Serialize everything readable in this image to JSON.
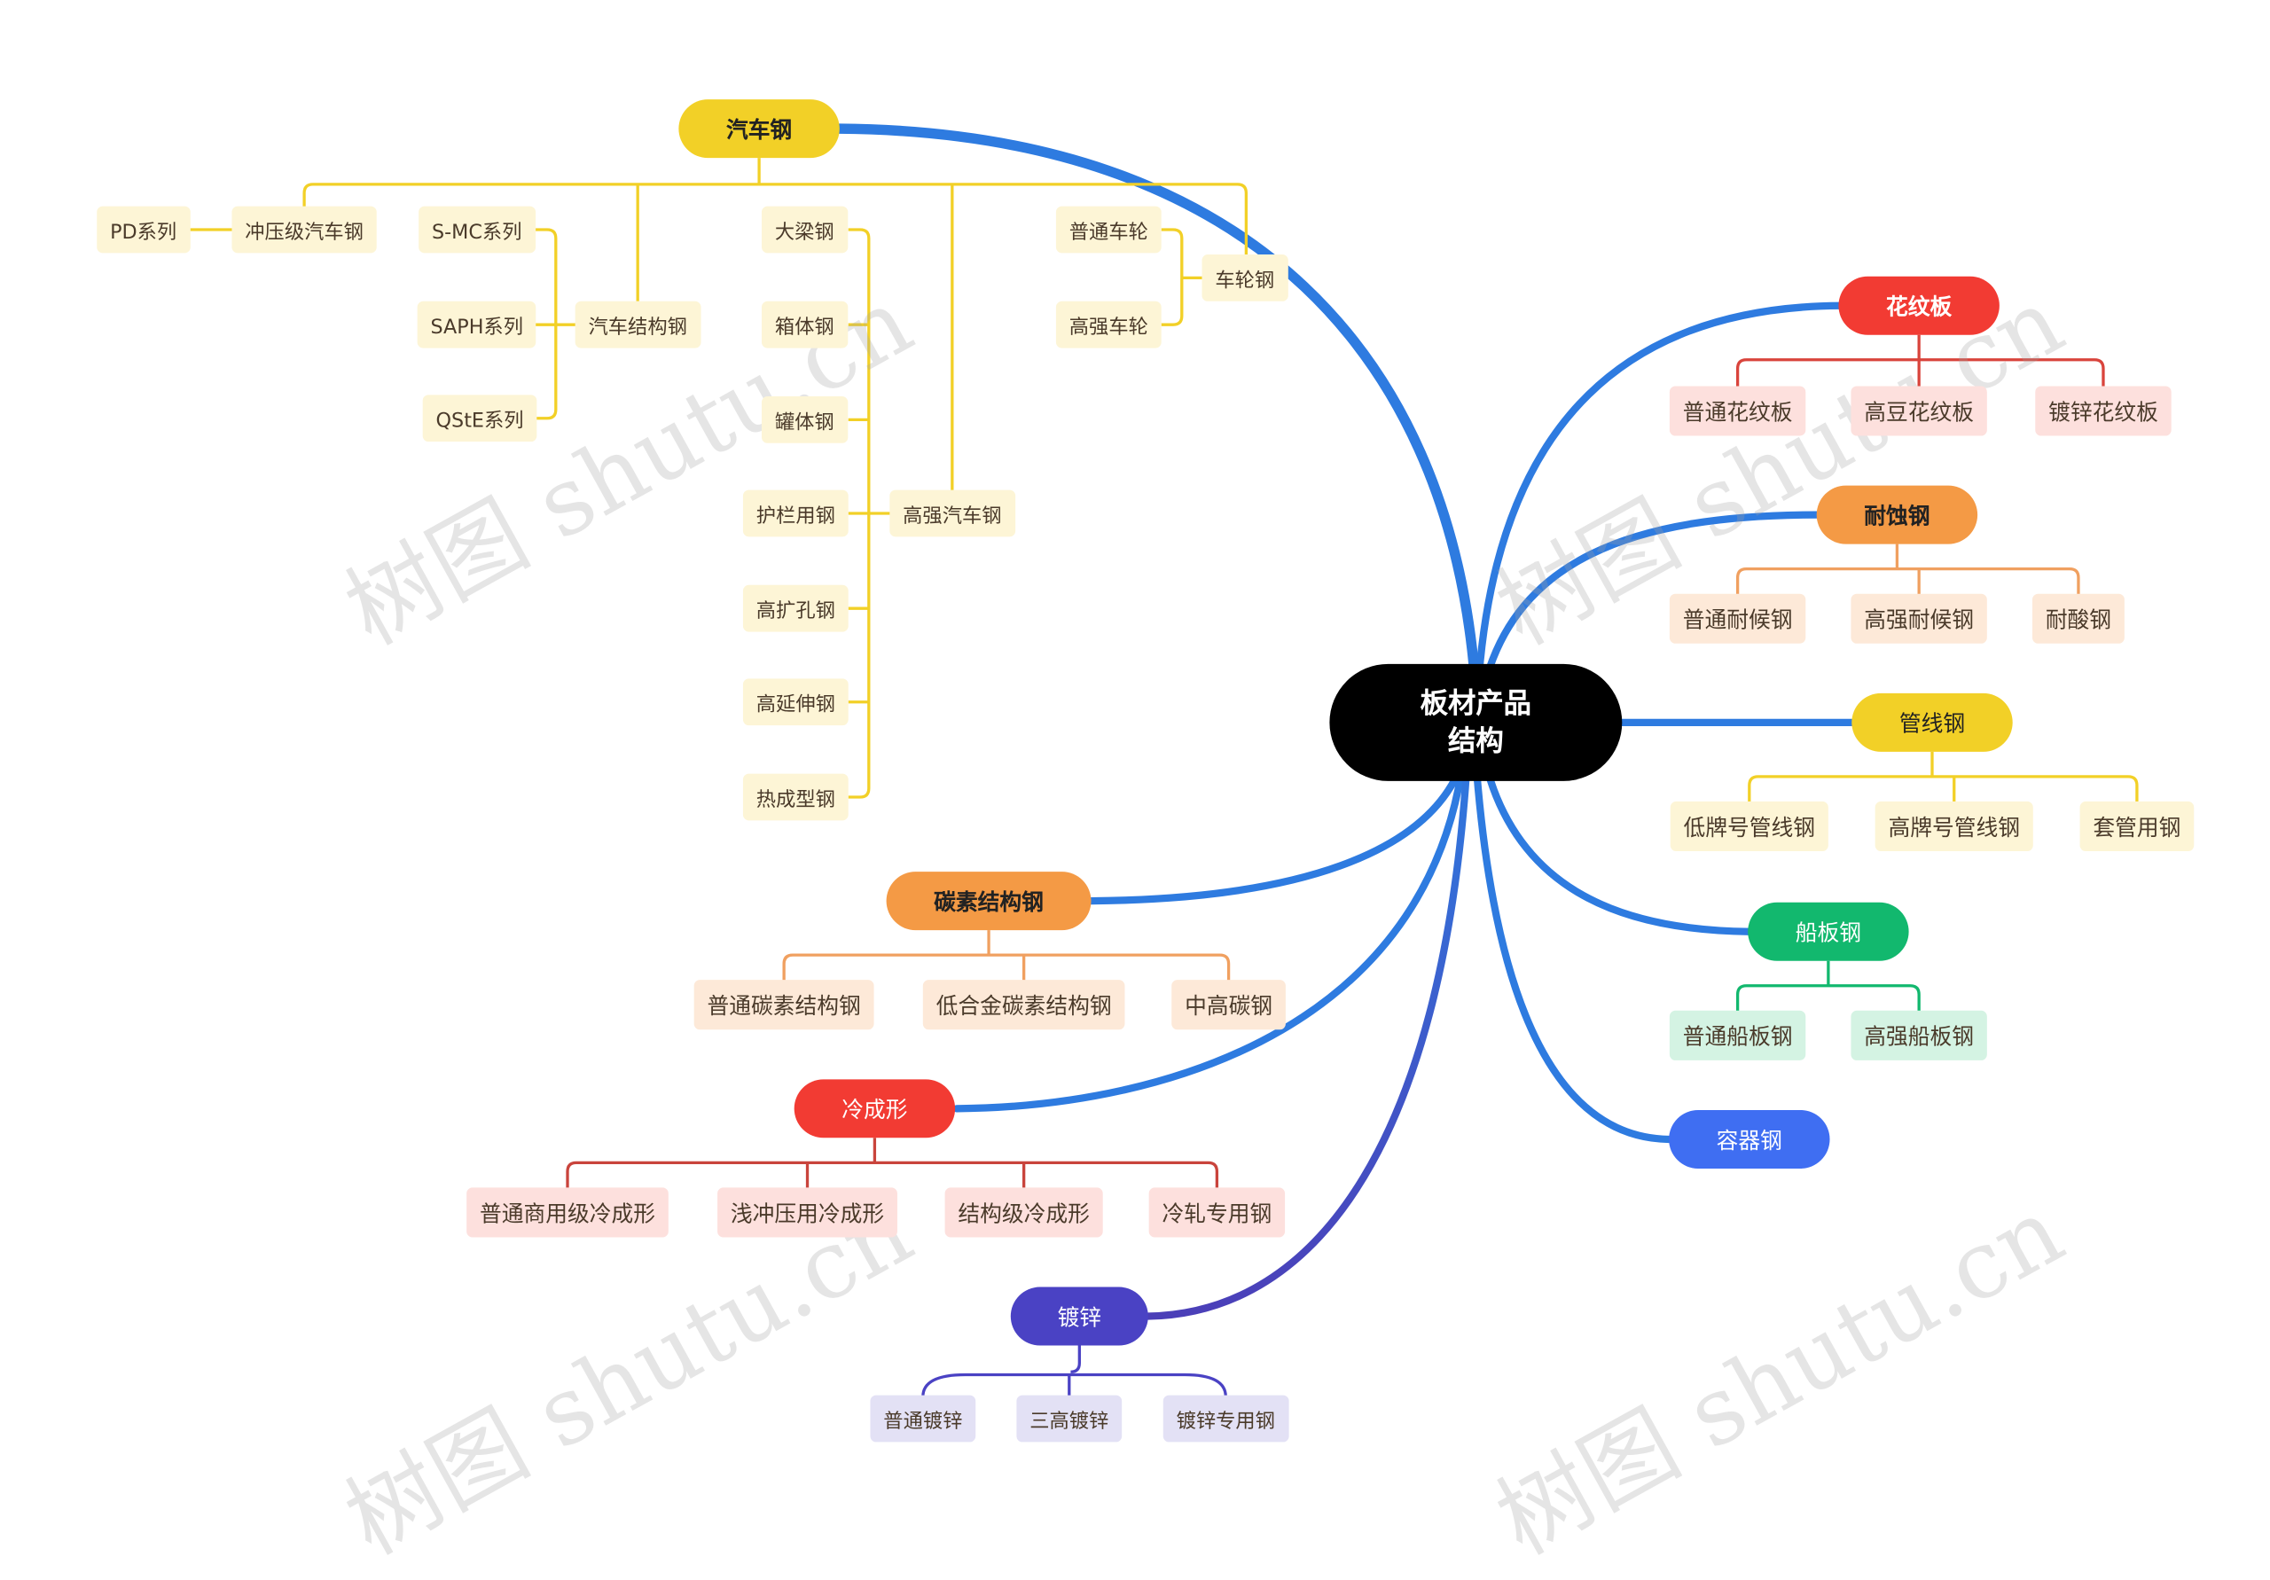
{
  "root": {
    "line1": "板材产品",
    "line2": "结构"
  },
  "watermark": "树图 shutu.cn",
  "colors": {
    "trunk": "#2e7be0",
    "trunk_purple": "#4b3fb8",
    "yellow": "#f2d027",
    "yellow_leaf": "#fdf5d6",
    "red": "#f23b33",
    "red_leaf": "#fde0dd",
    "orange": "#f49a45",
    "orange_leaf": "#fde9d8",
    "green": "#12b86e",
    "green_leaf": "#d4f3e3",
    "blue": "#3f6ef2",
    "purple": "#4a42c4",
    "purple_leaf": "#e3e1f5"
  },
  "auto_steel": {
    "label": "汽车钢",
    "stamping": {
      "label": "冲压级汽车钢",
      "child": "PD系列"
    },
    "structural": {
      "label": "汽车结构钢",
      "children": [
        "S-MC系列",
        "SAPH系列",
        "QStE系列"
      ]
    },
    "high_strength": {
      "label": "高强汽车钢",
      "children": [
        "大梁钢",
        "箱体钢",
        "罐体钢",
        "护栏用钢",
        "高扩孔钢",
        "高延伸钢",
        "热成型钢"
      ]
    },
    "wheel": {
      "label": "车轮钢",
      "children": [
        "普通车轮",
        "高强车轮"
      ]
    }
  },
  "checker_plate": {
    "label": "花纹板",
    "children": [
      "普通花纹板",
      "高豆花纹板",
      "镀锌花纹板"
    ]
  },
  "weathering": {
    "label": "耐蚀钢",
    "children": [
      "普通耐候钢",
      "高强耐候钢",
      "耐酸钢"
    ]
  },
  "pipeline": {
    "label": "管线钢",
    "children": [
      "低牌号管线钢",
      "高牌号管线钢",
      "套管用钢"
    ]
  },
  "ship": {
    "label": "船板钢",
    "children": [
      "普通船板钢",
      "高强船板钢"
    ]
  },
  "vessel": {
    "label": "容器钢"
  },
  "carbon": {
    "label": "碳素结构钢",
    "children": [
      "普通碳素结构钢",
      "低合金碳素结构钢",
      "中高碳钢"
    ]
  },
  "cold_formed": {
    "label": "冷成形",
    "children": [
      "普通商用级冷成形",
      "浅冲压用冷成形",
      "结构级冷成形",
      "冷轧专用钢"
    ]
  },
  "galvanized": {
    "label": "镀锌",
    "children": [
      "普通镀锌",
      "三高镀锌",
      "镀锌专用钢"
    ]
  }
}
